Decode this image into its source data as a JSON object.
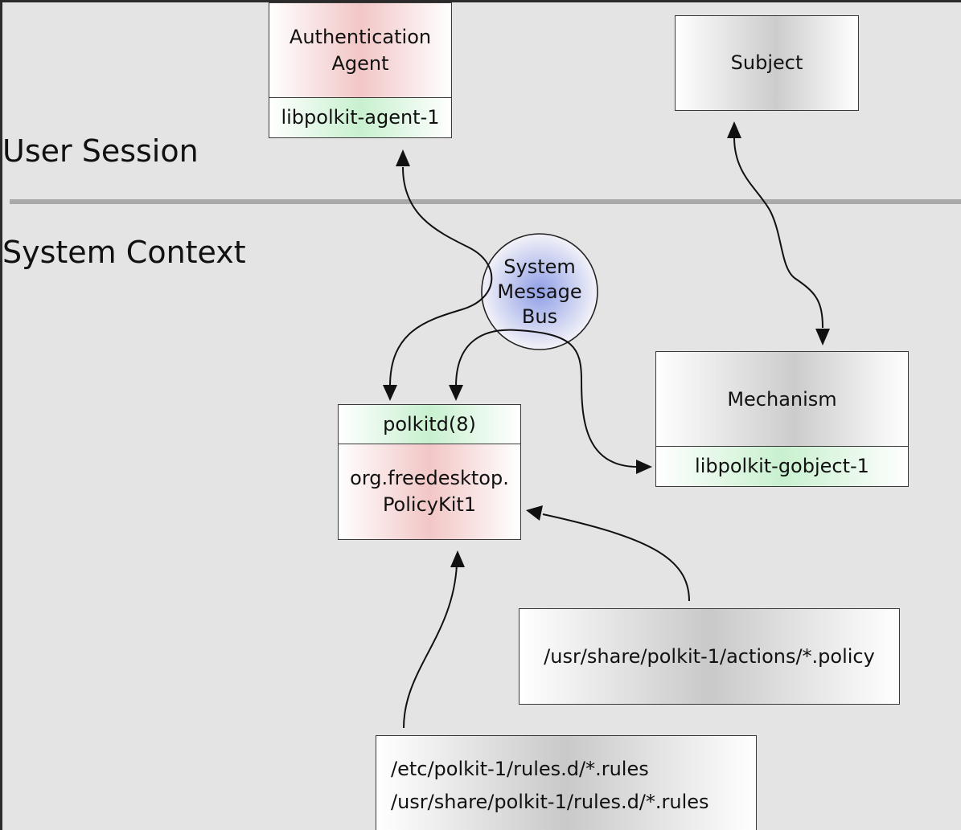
{
  "regions": {
    "user_session": "User Session",
    "system_context": "System Context"
  },
  "nodes": {
    "auth_agent": [
      "Authentication",
      "Agent"
    ],
    "auth_lib": "libpolkit-agent-1",
    "subject": "Subject",
    "bus": [
      "System",
      "Message",
      "Bus"
    ],
    "polkitd": "polkitd(8)",
    "policykit": [
      "org.freedesktop.",
      "PolicyKit1"
    ],
    "mechanism": "Mechanism",
    "mech_lib": "libpolkit-gobject-1",
    "actions": "/usr/share/polkit-1/actions/*.policy",
    "rules": [
      "/etc/polkit-1/rules.d/*.rules",
      "/usr/share/polkit-1/rules.d/*.rules"
    ]
  },
  "colors": {
    "background": "#e4e4e4",
    "frame": "#2b2b2b",
    "divider": "#a9a9a9",
    "red_tint": "#f2c6c6",
    "green_tint": "#c8f0cf",
    "grey_tint": "#cccccc",
    "bus_fill": "#8f9ee6"
  }
}
